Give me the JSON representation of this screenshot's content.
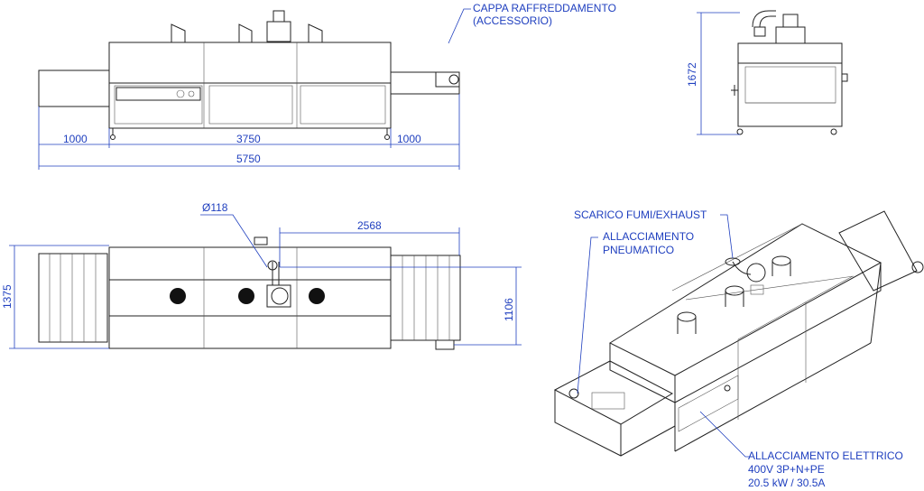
{
  "annotations": {
    "cooling_hood_line1": "CAPPA RAFFREDDAMENTO",
    "cooling_hood_line2": "(ACCESSORIO)",
    "exhaust": "SCARICO FUMI/EXHAUST",
    "pneumatic_line1": "ALLACCIAMENTO",
    "pneumatic_line2": "PNEUMATICO",
    "electrical_line1": "ALLACCIAMENTO ELETTRICO",
    "electrical_line2": "400V 3P+N+PE",
    "electrical_line3": "20.5 kW / 30.5A"
  },
  "dimensions": {
    "front_left": "1000",
    "front_center": "3750",
    "front_right": "1000",
    "front_total": "5750",
    "side_height": "1672",
    "top_width": "1375",
    "top_inner_width": "1106",
    "top_offset": "2568",
    "duct_diameter": "Ø118"
  },
  "colors": {
    "dimension": "#1f3fbf",
    "line": "#222222",
    "hole": "#111111"
  }
}
